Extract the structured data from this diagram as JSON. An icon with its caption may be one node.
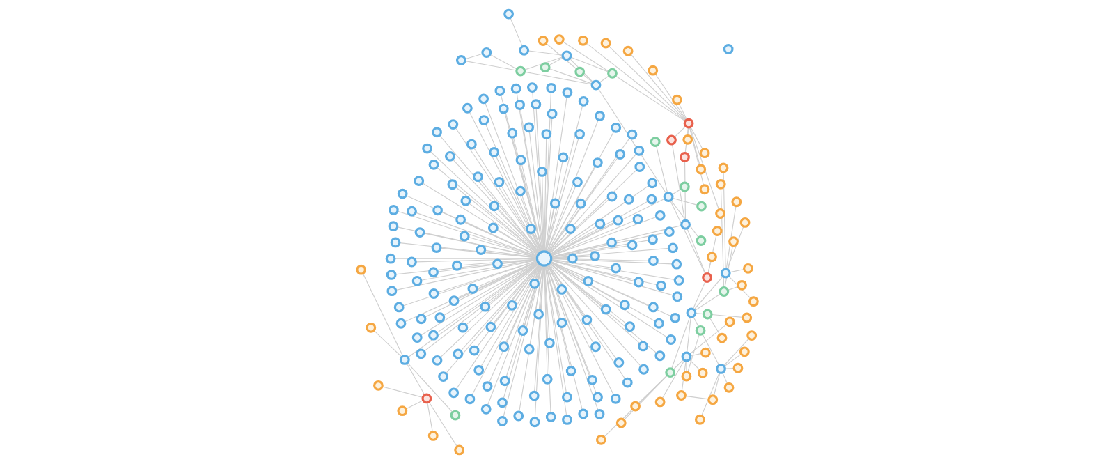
{
  "diagram": {
    "nodes": [
      {
        "text": [],
        "shape": "circle"
      },
      {
        "text": [],
        "shape": "circle"
      },
      {
        "text": [],
        "shape": "circle"
      },
      {
        "text": [],
        "shape": "circle"
      },
      {
        "text": [],
        "shape": "circle"
      },
      {
        "text": [],
        "shape": "circle"
      },
      {
        "text": [],
        "shape": "circle"
      },
      {
        "text": [],
        "shape": "circle"
      },
      {
        "text": [],
        "shape": "circle"
      },
      {
        "text": [],
        "shape": "circle"
      },
      {
        "text": [],
        "shape": "circle"
      },
      {
        "text": [],
        "shape": "circle"
      },
      {
        "text": [],
        "shape": "circle"
      },
      {
        "text": [],
        "shape": "circle"
      },
      {
        "text": [],
        "shape": "circle"
      },
      {
        "text": [],
        "shape": "circle"
      },
      {
        "text": [],
        "shape": "circle"
      },
      {
        "text": [],
        "shape": "circle"
      },
      {
        "text": [],
        "shape": "circle"
      },
      {
        "text": [],
        "shape": "circle"
      },
      {
        "text": [],
        "shape": "circle"
      },
      {
        "text": [],
        "shape": "circle"
      },
      {
        "text": [],
        "shape": "circle"
      },
      {
        "text": [],
        "shape": "circle"
      },
      {
        "text": [],
        "shape": "circle"
      },
      {
        "text": [],
        "shape": "circle"
      },
      {
        "text": [],
        "shape": "circle"
      },
      {
        "text": [],
        "shape": "circle"
      },
      {
        "text": [],
        "shape": "circle"
      },
      {
        "text": [],
        "shape": "circle"
      },
      {
        "text": [],
        "shape": "circle"
      },
      {
        "text": [],
        "shape": "circle"
      },
      {
        "text": [],
        "shape": "circle"
      },
      {
        "text": [],
        "shape": "circle"
      },
      {
        "text": [],
        "shape": "circle"
      },
      {
        "text": [],
        "shape": "circle"
      },
      {
        "text": [],
        "shape": "circle"
      },
      {
        "text": [],
        "shape": "circle"
      },
      {
        "text": [],
        "shape": "circle"
      },
      {
        "text": [],
        "shape": "circle"
      },
      {
        "text": [],
        "shape": "circle"
      },
      {
        "text": [],
        "shape": "circle"
      },
      {
        "text": [],
        "shape": "circle"
      },
      {
        "text": [],
        "shape": "circle"
      },
      {
        "text": [],
        "shape": "circle"
      },
      {
        "text": [],
        "shape": "circle"
      },
      {
        "text": [],
        "shape": "circle"
      },
      {
        "text": [],
        "shape": "circle"
      },
      {
        "text": [],
        "shape": "circle"
      },
      {
        "text": [],
        "shape": "circle"
      },
      {
        "text": [],
        "shape": "circle"
      },
      {
        "text": [],
        "shape": "circle"
      },
      {
        "text": [],
        "shape": "circle"
      },
      {
        "text": [],
        "shape": "circle"
      },
      {
        "text": [],
        "shape": "circle"
      },
      {
        "text": [],
        "shape": "circle"
      },
      {
        "text": [],
        "shape": "circle"
      },
      {
        "text": [],
        "shape": "circle"
      },
      {
        "text": [],
        "shape": "circle"
      },
      {
        "text": [],
        "shape": "circle"
      },
      {
        "text": [],
        "shape": "circle"
      },
      {
        "text": [],
        "shape": "circle"
      },
      {
        "text": [],
        "shape": "circle"
      },
      {
        "text": [],
        "shape": "circle"
      },
      {
        "text": [],
        "shape": "circle"
      },
      {
        "text": [],
        "shape": "circle"
      },
      {
        "text": [],
        "shape": "circle"
      },
      {
        "text": [],
        "shape": "circle"
      },
      {
        "text": [],
        "shape": "circle"
      },
      {
        "text": [],
        "shape": "circle"
      },
      {
        "text": [],
        "shape": "circle"
      },
      {
        "text": [],
        "shape": "circle"
      },
      {
        "text": [],
        "shape": "circle"
      },
      {
        "text": [],
        "shape": "circle"
      },
      {
        "text": [],
        "shape": "circle"
      },
      {
        "text": [],
        "shape": "circle"
      },
      {
        "text": [],
        "shape": "circle"
      },
      {
        "text": [],
        "shape": "circle"
      },
      {
        "text": [],
        "shape": "circle"
      },
      {
        "text": [],
        "shape": "circle"
      },
      {
        "text": [],
        "shape": "circle"
      },
      {
        "text": [],
        "shape": "circle"
      },
      {
        "text": [],
        "shape": "circle"
      },
      {
        "text": [],
        "shape": "circle"
      },
      {
        "text": [],
        "shape": "circle"
      },
      {
        "text": [],
        "shape": "circle"
      },
      {
        "text": [],
        "shape": "circle"
      },
      {
        "text": [],
        "shape": "circle"
      },
      {
        "text": [],
        "shape": "circle"
      },
      {
        "text": [],
        "shape": "circle"
      },
      {
        "text": [],
        "shape": "circle"
      },
      {
        "text": [],
        "shape": "circle"
      },
      {
        "text": [],
        "shape": "circle"
      },
      {
        "text": [],
        "shape": "circle"
      },
      {
        "text": [],
        "shape": "circle"
      },
      {
        "text": [],
        "shape": "circle"
      },
      {
        "text": [],
        "shape": "circle"
      },
      {
        "text": [],
        "shape": "circle"
      },
      {
        "text": [],
        "shape": "circle"
      },
      {
        "text": [],
        "shape": "circle"
      },
      {
        "text": [],
        "shape": "circle"
      },
      {
        "text": [],
        "shape": "circle"
      },
      {
        "text": [],
        "shape": "circle"
      },
      {
        "text": [],
        "shape": "circle"
      },
      {
        "text": [],
        "shape": "circle"
      },
      {
        "text": [],
        "shape": "circle"
      },
      {
        "text": [],
        "shape": "circle"
      },
      {
        "text": [],
        "shape": "circle"
      },
      {
        "text": [],
        "shape": "circle"
      },
      {
        "text": [],
        "shape": "circle"
      },
      {
        "text": [],
        "shape": "circle"
      },
      {
        "text": [],
        "shape": "circle"
      },
      {
        "text": [],
        "shape": "circle"
      },
      {
        "text": [],
        "shape": "circle"
      },
      {
        "text": [],
        "shape": "circle"
      },
      {
        "text": [],
        "shape": "circle"
      },
      {
        "text": [],
        "shape": "circle"
      },
      {
        "text": [],
        "shape": "circle"
      },
      {
        "text": [],
        "shape": "circle"
      },
      {
        "text": [],
        "shape": "circle"
      },
      {
        "text": [],
        "shape": "circle"
      },
      {
        "text": [],
        "shape": "circle"
      },
      {
        "text": [],
        "shape": "circle"
      },
      {
        "text": [],
        "shape": "circle"
      },
      {
        "text": [],
        "shape": "circle"
      },
      {
        "text": [],
        "shape": "circle"
      },
      {
        "text": [],
        "shape": "circle"
      },
      {
        "text": [],
        "shape": "circle"
      },
      {
        "text": [],
        "shape": "circle"
      },
      {
        "text": [],
        "shape": "circle"
      },
      {
        "text": [],
        "shape": "circle"
      },
      {
        "text": [],
        "shape": "circle"
      },
      {
        "text": [],
        "shape": "circle"
      },
      {
        "text": [],
        "shape": "circle"
      },
      {
        "text": [],
        "shape": "circle"
      },
      {
        "text": [],
        "shape": "circle"
      },
      {
        "text": [],
        "shape": "circle"
      },
      {
        "text": [],
        "shape": "circle"
      },
      {
        "text": [],
        "shape": "circle"
      },
      {
        "text": [],
        "shape": "circle"
      },
      {
        "text": [],
        "shape": "circle"
      },
      {
        "text": [],
        "shape": "circle"
      },
      {
        "text": [],
        "shape": "circle"
      },
      {
        "text": [],
        "shape": "circle"
      },
      {
        "text": [],
        "shape": "circle"
      },
      {
        "text": [],
        "shape": "circle"
      },
      {
        "text": [],
        "shape": "circle"
      },
      {
        "text": [],
        "shape": "circle"
      },
      {
        "text": [],
        "shape": "circle"
      },
      {
        "text": [],
        "shape": "circle"
      },
      {
        "text": [],
        "shape": "circle"
      },
      {
        "text": [],
        "shape": "circle"
      },
      {
        "text": [],
        "shape": "circle"
      },
      {
        "text": [],
        "shape": "circle"
      },
      {
        "text": [],
        "shape": "circle"
      },
      {
        "text": [],
        "shape": "circle"
      },
      {
        "text": [],
        "shape": "circle"
      },
      {
        "text": [],
        "shape": "circle"
      },
      {
        "text": [],
        "shape": "circle"
      },
      {
        "text": [],
        "shape": "circle"
      },
      {
        "text": [],
        "shape": "circle"
      },
      {
        "text": [],
        "shape": "circle"
      },
      {
        "text": [],
        "shape": "circle"
      },
      {
        "text": [],
        "shape": "circle"
      },
      {
        "text": [],
        "shape": "circle"
      },
      {
        "text": [],
        "shape": "circle"
      },
      {
        "text": [],
        "shape": "circle"
      },
      {
        "text": [],
        "shape": "circle"
      },
      {
        "text": [],
        "shape": "circle"
      },
      {
        "text": [],
        "shape": "circle"
      },
      {
        "text": [],
        "shape": "circle"
      },
      {
        "text": [],
        "shape": "circle"
      },
      {
        "text": [],
        "shape": "circle"
      },
      {
        "text": [],
        "shape": "circle"
      },
      {
        "text": [],
        "shape": "circle"
      },
      {
        "text": [],
        "shape": "circle"
      },
      {
        "text": [],
        "shape": "circle"
      },
      {
        "text": [],
        "shape": "circle"
      },
      {
        "text": [],
        "shape": "circle"
      },
      {
        "text": [],
        "shape": "circle"
      },
      {
        "text": [],
        "shape": "circle"
      },
      {
        "text": [],
        "shape": "circle"
      },
      {
        "text": [],
        "shape": "circle"
      },
      {
        "text": [],
        "shape": "circle"
      },
      {
        "text": [],
        "shape": "circle"
      },
      {
        "text": [],
        "shape": "circle"
      },
      {
        "text": [],
        "shape": "circle"
      },
      {
        "text": [],
        "shape": "circle"
      },
      {
        "text": [],
        "shape": "circle"
      },
      {
        "text": [],
        "shape": "circle"
      },
      {
        "text": [],
        "shape": "circle"
      },
      {
        "text": [],
        "shape": "circle"
      },
      {
        "text": [],
        "shape": "circle"
      },
      {
        "text": [],
        "shape": "circle"
      },
      {
        "text": [],
        "shape": "circle"
      },
      {
        "text": [],
        "shape": "circle"
      },
      {
        "text": [],
        "shape": "circle"
      },
      {
        "text": [],
        "shape": "circle"
      },
      {
        "text": [],
        "shape": "circle"
      },
      {
        "text": [],
        "shape": "circle"
      },
      {
        "text": [],
        "shape": "circle"
      },
      {
        "text": [],
        "shape": "circle"
      },
      {
        "text": [],
        "shape": "circle"
      },
      {
        "text": [],
        "shape": "circle"
      },
      {
        "text": [],
        "shape": "circle"
      },
      {
        "text": [],
        "shape": "circle"
      },
      {
        "text": [],
        "shape": "circle"
      },
      {
        "text": [],
        "shape": "circle"
      },
      {
        "text": [],
        "shape": "circle"
      },
      {
        "text": [],
        "shape": "circle"
      },
      {
        "text": [],
        "shape": "circle"
      },
      {
        "text": [],
        "shape": "circle"
      },
      {
        "text": [],
        "shape": "circle"
      },
      {
        "text": [],
        "shape": "circle"
      },
      {
        "text": [],
        "shape": "circle"
      },
      {
        "text": [],
        "shape": "circle"
      },
      {
        "text": [],
        "shape": "circle"
      },
      {
        "text": [],
        "shape": "circle"
      },
      {
        "text": [],
        "shape": "circle"
      },
      {
        "text": [],
        "shape": "circle"
      },
      {
        "text": [],
        "shape": "circle"
      },
      {
        "text": [],
        "shape": "circle"
      },
      {
        "text": [],
        "shape": "circle"
      },
      {
        "text": [],
        "shape": "circle"
      },
      {
        "text": [],
        "shape": "circle"
      },
      {
        "text": [],
        "shape": "circle"
      },
      {
        "text": [],
        "shape": "circle"
      },
      {
        "text": [],
        "shape": "circle"
      }
    ],
    "edges": [
      {
        "from": 1,
        "to": 2,
        "arrow": "none"
      },
      {
        "from": 1,
        "to": 3,
        "arrow": "none"
      },
      {
        "from": 1,
        "to": 4,
        "arrow": "none"
      },
      {
        "from": 1,
        "to": 5,
        "arrow": "none"
      },
      {
        "from": 1,
        "to": 6,
        "arrow": "none"
      },
      {
        "from": 1,
        "to": 7,
        "arrow": "none"
      },
      {
        "from": 1,
        "to": 8,
        "arrow": "none"
      },
      {
        "from": 2,
        "to": 15,
        "arrow": "none"
      },
      {
        "from": 16,
        "to": 8,
        "arrow": "none"
      },
      {
        "from": 16,
        "to": 9,
        "arrow": "none"
      },
      {
        "from": 16,
        "to": 0,
        "arrow": "none"
      },
      {
        "from": 1,
        "to": 0,
        "arrow": "none"
      },
      {
        "from": 9,
        "to": 10,
        "arrow": "none"
      },
      {
        "from": 9,
        "to": 11,
        "arrow": "none"
      },
      {
        "from": 9,
        "to": 12,
        "arrow": "none"
      },
      {
        "from": 9,
        "to": 13,
        "arrow": "none"
      },
      {
        "from": 9,
        "to": 14,
        "arrow": "none"
      },
      {
        "from": 9,
        "to": 15,
        "arrow": "none"
      },
      {
        "from": 17,
        "to": 18,
        "arrow": "none"
      },
      {
        "from": 17,
        "to": 19,
        "arrow": "none"
      },
      {
        "from": 17,
        "to": 0,
        "arrow": "none"
      },
      {
        "from": 20,
        "to": 21,
        "arrow": "none"
      },
      {
        "from": 20,
        "to": 22,
        "arrow": "none"
      },
      {
        "from": 20,
        "to": 23,
        "arrow": "none"
      },
      {
        "from": 20,
        "to": 24,
        "arrow": "none"
      },
      {
        "from": 20,
        "to": 25,
        "arrow": "none"
      },
      {
        "from": 20,
        "to": 0,
        "arrow": "none"
      },
      {
        "from": 26,
        "to": 27,
        "arrow": "none"
      },
      {
        "from": 26,
        "to": 28,
        "arrow": "none"
      },
      {
        "from": 26,
        "to": 29,
        "arrow": "none"
      },
      {
        "from": 26,
        "to": 0,
        "arrow": "none"
      },
      {
        "from": 30,
        "to": 31,
        "arrow": "none"
      },
      {
        "from": 30,
        "to": 32,
        "arrow": "none"
      },
      {
        "from": 30,
        "to": 0,
        "arrow": "none"
      },
      {
        "from": 0,
        "to": 33,
        "arrow": "none"
      },
      {
        "from": 33,
        "to": 34,
        "arrow": "none"
      },
      {
        "from": 33,
        "to": 35,
        "arrow": "none"
      },
      {
        "from": 33,
        "to": 50,
        "arrow": "none"
      },
      {
        "from": 33,
        "to": 51,
        "arrow": "none"
      },
      {
        "from": 50,
        "to": 48,
        "arrow": "none"
      },
      {
        "from": 50,
        "to": 49,
        "arrow": "none"
      },
      {
        "from": 48,
        "to": 36,
        "arrow": "none"
      },
      {
        "from": 49,
        "to": 36,
        "arrow": "none"
      },
      {
        "from": 36,
        "to": 37,
        "arrow": "none"
      },
      {
        "from": 36,
        "to": 38,
        "arrow": "none"
      },
      {
        "from": 36,
        "to": 39,
        "arrow": "none"
      },
      {
        "from": 36,
        "to": 40,
        "arrow": "none"
      },
      {
        "from": 36,
        "to": 41,
        "arrow": "none"
      },
      {
        "from": 36,
        "to": 42,
        "arrow": "none"
      },
      {
        "from": 36,
        "to": 43,
        "arrow": "none"
      },
      {
        "from": 36,
        "to": 44,
        "arrow": "none"
      },
      {
        "from": 36,
        "to": 45,
        "arrow": "none"
      },
      {
        "from": 36,
        "to": 46,
        "arrow": "none"
      },
      {
        "from": 36,
        "to": 47,
        "arrow": "none"
      },
      {
        "from": 50,
        "to": 67,
        "arrow": "none"
      },
      {
        "from": 51,
        "to": 52,
        "arrow": "none"
      },
      {
        "from": 51,
        "to": 53,
        "arrow": "none"
      },
      {
        "from": 51,
        "to": 54,
        "arrow": "none"
      },
      {
        "from": 51,
        "to": 55,
        "arrow": "none"
      },
      {
        "from": 51,
        "to": 67,
        "arrow": "none"
      },
      {
        "from": 51,
        "to": 56,
        "arrow": "none"
      },
      {
        "from": 56,
        "to": 57,
        "arrow": "none"
      },
      {
        "from": 56,
        "to": 59,
        "arrow": "none"
      },
      {
        "from": 56,
        "to": 62,
        "arrow": "none"
      },
      {
        "from": 56,
        "to": 63,
        "arrow": "none"
      },
      {
        "from": 56,
        "to": 64,
        "arrow": "none"
      },
      {
        "from": 57,
        "to": 58,
        "arrow": "none"
      },
      {
        "from": 59,
        "to": 60,
        "arrow": "none"
      },
      {
        "from": 59,
        "to": 61,
        "arrow": "none"
      },
      {
        "from": 59,
        "to": 63,
        "arrow": "none"
      },
      {
        "from": 60,
        "to": 61,
        "arrow": "none"
      },
      {
        "from": 62,
        "to": 63,
        "arrow": "none"
      },
      {
        "from": 63,
        "to": 64,
        "arrow": "none"
      },
      {
        "from": 63,
        "to": 65,
        "arrow": "none"
      },
      {
        "from": 65,
        "to": 66,
        "arrow": "none"
      },
      {
        "from": 67,
        "to": 68,
        "arrow": "none"
      },
      {
        "from": 68,
        "to": 69,
        "arrow": "none"
      },
      {
        "from": 68,
        "to": 70,
        "arrow": "none"
      },
      {
        "from": 68,
        "to": 71,
        "arrow": "none"
      },
      {
        "from": 68,
        "to": 72,
        "arrow": "none"
      },
      {
        "from": 72,
        "to": 73,
        "arrow": "none"
      },
      {
        "from": 72,
        "to": 74,
        "arrow": "none"
      },
      {
        "from": 72,
        "to": 75,
        "arrow": "none"
      },
      {
        "from": 72,
        "to": 76,
        "arrow": "none"
      },
      {
        "from": 67,
        "to": 77,
        "arrow": "none"
      },
      {
        "from": 67,
        "to": 78,
        "arrow": "none"
      },
      {
        "from": 67,
        "to": 79,
        "arrow": "none"
      },
      {
        "from": 67,
        "to": 80,
        "arrow": "none"
      },
      {
        "from": 67,
        "to": 81,
        "arrow": "none"
      },
      {
        "from": 67,
        "to": 82,
        "arrow": "none"
      },
      {
        "from": 67,
        "to": 83,
        "arrow": "none"
      },
      {
        "from": 67,
        "to": 84,
        "arrow": "none"
      },
      {
        "from": 67,
        "to": 85,
        "arrow": "none"
      },
      {
        "from": 67,
        "to": 86,
        "arrow": "none"
      },
      {
        "from": 67,
        "to": 87,
        "arrow": "none"
      },
      {
        "from": 67,
        "to": 88,
        "arrow": "none"
      },
      {
        "from": 67,
        "to": 89,
        "arrow": "none"
      },
      {
        "from": 67,
        "to": 90,
        "arrow": "none"
      },
      {
        "from": 67,
        "to": 91,
        "arrow": "none"
      },
      {
        "from": 67,
        "to": 92,
        "arrow": "none"
      },
      {
        "from": 67,
        "to": 93,
        "arrow": "none"
      },
      {
        "from": 67,
        "to": 94,
        "arrow": "none"
      },
      {
        "from": 67,
        "to": 95,
        "arrow": "none"
      },
      {
        "from": 67,
        "to": 96,
        "arrow": "none"
      },
      {
        "from": 67,
        "to": 97,
        "arrow": "none"
      },
      {
        "from": 67,
        "to": 98,
        "arrow": "none"
      },
      {
        "from": 67,
        "to": 99,
        "arrow": "none"
      },
      {
        "from": 67,
        "to": 100,
        "arrow": "none"
      },
      {
        "from": 67,
        "to": 101,
        "arrow": "none"
      },
      {
        "from": 67,
        "to": 102,
        "arrow": "none"
      },
      {
        "from": 67,
        "to": 103,
        "arrow": "none"
      },
      {
        "from": 67,
        "to": 104,
        "arrow": "none"
      },
      {
        "from": 67,
        "to": 105,
        "arrow": "none"
      },
      {
        "from": 67,
        "to": 106,
        "arrow": "none"
      },
      {
        "from": 67,
        "to": 107,
        "arrow": "none"
      },
      {
        "from": 67,
        "to": 108,
        "arrow": "none"
      },
      {
        "from": 67,
        "to": 109,
        "arrow": "none"
      },
      {
        "from": 67,
        "to": 110,
        "arrow": "none"
      },
      {
        "from": 67,
        "to": 111,
        "arrow": "none"
      },
      {
        "from": 67,
        "to": 112,
        "arrow": "none"
      },
      {
        "from": 67,
        "to": 113,
        "arrow": "none"
      },
      {
        "from": 67,
        "to": 114,
        "arrow": "none"
      },
      {
        "from": 67,
        "to": 115,
        "arrow": "none"
      },
      {
        "from": 67,
        "to": 116,
        "arrow": "none"
      },
      {
        "from": 67,
        "to": 117,
        "arrow": "none"
      },
      {
        "from": 67,
        "to": 118,
        "arrow": "none"
      },
      {
        "from": 67,
        "to": 119,
        "arrow": "none"
      },
      {
        "from": 67,
        "to": 120,
        "arrow": "none"
      },
      {
        "from": 67,
        "to": 121,
        "arrow": "none"
      },
      {
        "from": 67,
        "to": 122,
        "arrow": "none"
      },
      {
        "from": 67,
        "to": 123,
        "arrow": "none"
      },
      {
        "from": 67,
        "to": 124,
        "arrow": "none"
      },
      {
        "from": 67,
        "to": 125,
        "arrow": "none"
      },
      {
        "from": 67,
        "to": 126,
        "arrow": "none"
      },
      {
        "from": 67,
        "to": 127,
        "arrow": "none"
      },
      {
        "from": 67,
        "to": 128,
        "arrow": "none"
      },
      {
        "from": 67,
        "to": 129,
        "arrow": "none"
      },
      {
        "from": 67,
        "to": 130,
        "arrow": "none"
      },
      {
        "from": 67,
        "to": 131,
        "arrow": "none"
      },
      {
        "from": 67,
        "to": 132,
        "arrow": "none"
      },
      {
        "from": 67,
        "to": 133,
        "arrow": "none"
      },
      {
        "from": 67,
        "to": 134,
        "arrow": "none"
      },
      {
        "from": 67,
        "to": 135,
        "arrow": "none"
      },
      {
        "from": 67,
        "to": 136,
        "arrow": "none"
      },
      {
        "from": 67,
        "to": 137,
        "arrow": "none"
      },
      {
        "from": 67,
        "to": 138,
        "arrow": "none"
      },
      {
        "from": 67,
        "to": 139,
        "arrow": "none"
      },
      {
        "from": 67,
        "to": 140,
        "arrow": "none"
      },
      {
        "from": 67,
        "to": 141,
        "arrow": "none"
      },
      {
        "from": 67,
        "to": 142,
        "arrow": "none"
      },
      {
        "from": 67,
        "to": 143,
        "arrow": "none"
      },
      {
        "from": 67,
        "to": 144,
        "arrow": "none"
      },
      {
        "from": 67,
        "to": 145,
        "arrow": "none"
      },
      {
        "from": 67,
        "to": 146,
        "arrow": "none"
      },
      {
        "from": 67,
        "to": 147,
        "arrow": "none"
      },
      {
        "from": 67,
        "to": 148,
        "arrow": "none"
      },
      {
        "from": 67,
        "to": 149,
        "arrow": "none"
      },
      {
        "from": 67,
        "to": 150,
        "arrow": "none"
      },
      {
        "from": 67,
        "to": 151,
        "arrow": "none"
      },
      {
        "from": 67,
        "to": 152,
        "arrow": "none"
      },
      {
        "from": 67,
        "to": 153,
        "arrow": "none"
      },
      {
        "from": 67,
        "to": 154,
        "arrow": "none"
      },
      {
        "from": 67,
        "to": 155,
        "arrow": "none"
      },
      {
        "from": 67,
        "to": 156,
        "arrow": "none"
      },
      {
        "from": 67,
        "to": 157,
        "arrow": "none"
      },
      {
        "from": 67,
        "to": 158,
        "arrow": "none"
      },
      {
        "from": 67,
        "to": 159,
        "arrow": "none"
      },
      {
        "from": 67,
        "to": 160,
        "arrow": "none"
      },
      {
        "from": 67,
        "to": 161,
        "arrow": "none"
      },
      {
        "from": 67,
        "to": 162,
        "arrow": "none"
      },
      {
        "from": 67,
        "to": 163,
        "arrow": "none"
      },
      {
        "from": 67,
        "to": 164,
        "arrow": "none"
      },
      {
        "from": 67,
        "to": 165,
        "arrow": "none"
      },
      {
        "from": 67,
        "to": 166,
        "arrow": "none"
      },
      {
        "from": 67,
        "to": 167,
        "arrow": "none"
      },
      {
        "from": 67,
        "to": 168,
        "arrow": "none"
      },
      {
        "from": 67,
        "to": 169,
        "arrow": "none"
      },
      {
        "from": 67,
        "to": 170,
        "arrow": "none"
      },
      {
        "from": 67,
        "to": 171,
        "arrow": "none"
      },
      {
        "from": 67,
        "to": 172,
        "arrow": "none"
      },
      {
        "from": 67,
        "to": 173,
        "arrow": "none"
      },
      {
        "from": 67,
        "to": 174,
        "arrow": "none"
      },
      {
        "from": 67,
        "to": 175,
        "arrow": "none"
      },
      {
        "from": 67,
        "to": 176,
        "arrow": "none"
      },
      {
        "from": 67,
        "to": 177,
        "arrow": "none"
      },
      {
        "from": 67,
        "to": 178,
        "arrow": "none"
      },
      {
        "from": 67,
        "to": 179,
        "arrow": "none"
      },
      {
        "from": 67,
        "to": 180,
        "arrow": "none"
      },
      {
        "from": 67,
        "to": 181,
        "arrow": "none"
      },
      {
        "from": 67,
        "to": 182,
        "arrow": "none"
      },
      {
        "from": 67,
        "to": 183,
        "arrow": "none"
      },
      {
        "from": 67,
        "to": 184,
        "arrow": "none"
      },
      {
        "from": 67,
        "to": 185,
        "arrow": "none"
      },
      {
        "from": 67,
        "to": 186,
        "arrow": "none"
      },
      {
        "from": 67,
        "to": 187,
        "arrow": "none"
      },
      {
        "from": 67,
        "to": 188,
        "arrow": "none"
      },
      {
        "from": 67,
        "to": 189,
        "arrow": "none"
      },
      {
        "from": 67,
        "to": 190,
        "arrow": "none"
      },
      {
        "from": 67,
        "to": 191,
        "arrow": "none"
      },
      {
        "from": 67,
        "to": 192,
        "arrow": "none"
      },
      {
        "from": 67,
        "to": 193,
        "arrow": "none"
      },
      {
        "from": 67,
        "to": 194,
        "arrow": "none"
      },
      {
        "from": 67,
        "to": 195,
        "arrow": "none"
      },
      {
        "from": 67,
        "to": 196,
        "arrow": "none"
      },
      {
        "from": 67,
        "to": 197,
        "arrow": "none"
      },
      {
        "from": 67,
        "to": 198,
        "arrow": "none"
      },
      {
        "from": 67,
        "to": 199,
        "arrow": "none"
      },
      {
        "from": 67,
        "to": 200,
        "arrow": "none"
      },
      {
        "from": 67,
        "to": 201,
        "arrow": "none"
      },
      {
        "from": 67,
        "to": 202,
        "arrow": "none"
      },
      {
        "from": 67,
        "to": 203,
        "arrow": "none"
      },
      {
        "from": 67,
        "to": 204,
        "arrow": "none"
      },
      {
        "from": 67,
        "to": 205,
        "arrow": "none"
      },
      {
        "from": 67,
        "to": 206,
        "arrow": "none"
      },
      {
        "from": 67,
        "to": 207,
        "arrow": "none"
      },
      {
        "from": 67,
        "to": 208,
        "arrow": "none"
      },
      {
        "from": 67,
        "to": 209,
        "arrow": "none"
      },
      {
        "from": 67,
        "to": 210,
        "arrow": "none"
      },
      {
        "from": 67,
        "to": 211,
        "arrow": "none"
      },
      {
        "from": 67,
        "to": 212,
        "arrow": "none"
      },
      {
        "from": 67,
        "to": 213,
        "arrow": "none"
      },
      {
        "from": 67,
        "to": 214,
        "arrow": "none"
      },
      {
        "from": 67,
        "to": 215,
        "arrow": "none"
      },
      {
        "from": 67,
        "to": 216,
        "arrow": "none"
      },
      {
        "from": 67,
        "to": 217,
        "arrow": "none"
      },
      {
        "from": 67,
        "to": 218,
        "arrow": "none"
      },
      {
        "from": 67,
        "to": 219,
        "arrow": "none"
      },
      {
        "from": 67,
        "to": 220,
        "arrow": "none"
      },
      {
        "from": 67,
        "to": 221,
        "arrow": "none"
      },
      {
        "from": 67,
        "to": 222,
        "arrow": "none"
      },
      {
        "from": 67,
        "to": 223,
        "arrow": "none"
      },
      {
        "from": 67,
        "to": 224,
        "arrow": "none"
      },
      {
        "from": 67,
        "to": 225,
        "arrow": "none"
      },
      {
        "from": 67,
        "to": 226,
        "arrow": "none"
      }
    ]
  }
}
